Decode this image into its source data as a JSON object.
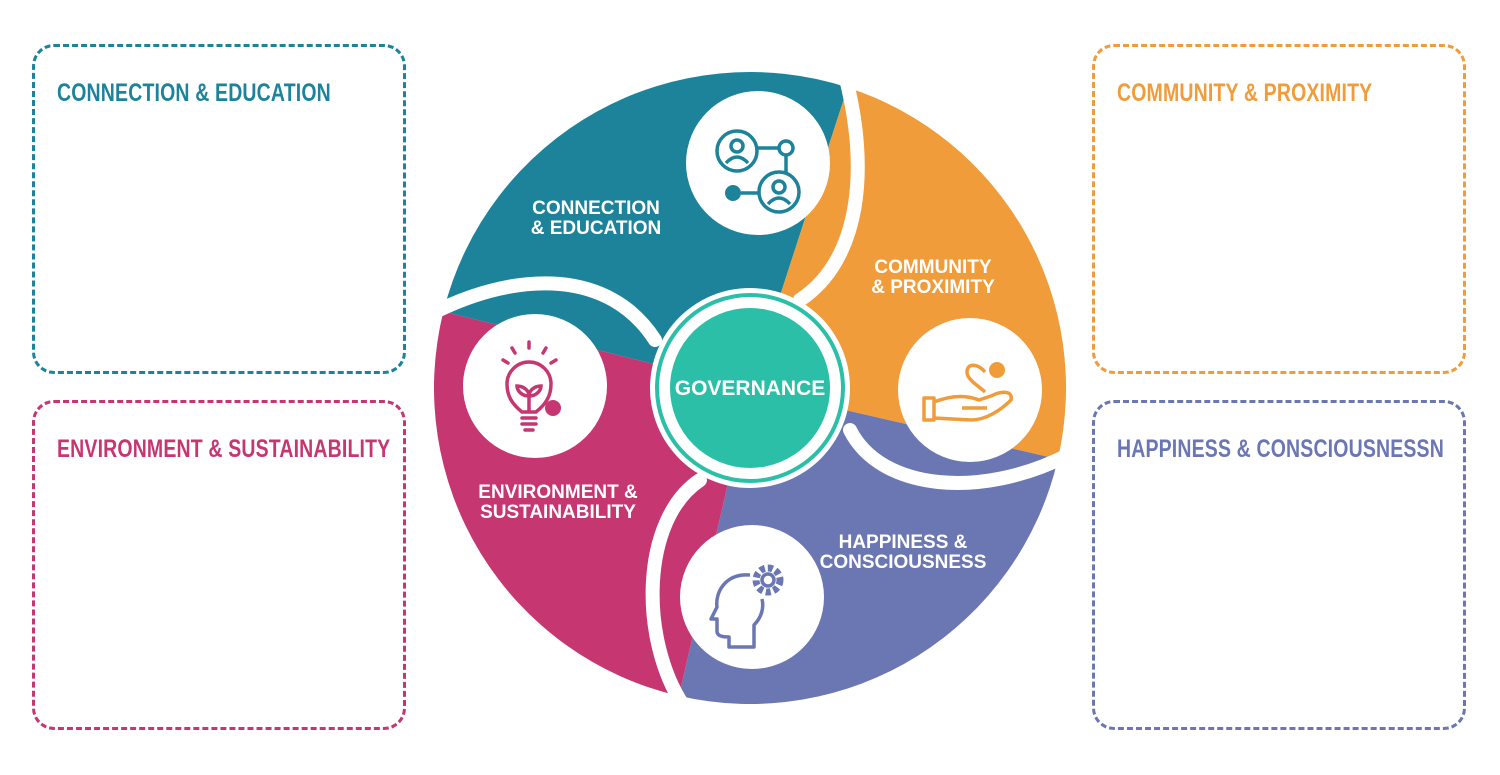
{
  "boxes": [
    {
      "title": "CONNECTION & EDUCATION",
      "color": "#1d839a"
    },
    {
      "title": "ENVIRONMENT & SUSTAINABILITY",
      "color": "#c63771"
    },
    {
      "title": "COMMUNITY & PROXIMITY",
      "color": "#f09c3a"
    },
    {
      "title": "HAPPINESS & CONSCIOUSNESSN",
      "color": "#6b77b3"
    }
  ],
  "wheel": {
    "center_label": "GOVERNANCE",
    "center_color": "#2bbfa7",
    "segments": [
      {
        "line1": "CONNECTION",
        "line2": "& EDUCATION",
        "color": "#1d839a",
        "icon": "network-people-icon"
      },
      {
        "line1": "COMMUNITY",
        "line2": "& PROXIMITY",
        "color": "#f09c3a",
        "icon": "hand-heart-icon"
      },
      {
        "line1": "HAPPINESS &",
        "line2": "CONSCIOUSNESS",
        "color": "#6b77b3",
        "icon": "head-gear-icon"
      },
      {
        "line1": "ENVIRONMENT &",
        "line2": "SUSTAINABILITY",
        "color": "#c63771",
        "icon": "lightbulb-plant-icon"
      }
    ]
  }
}
